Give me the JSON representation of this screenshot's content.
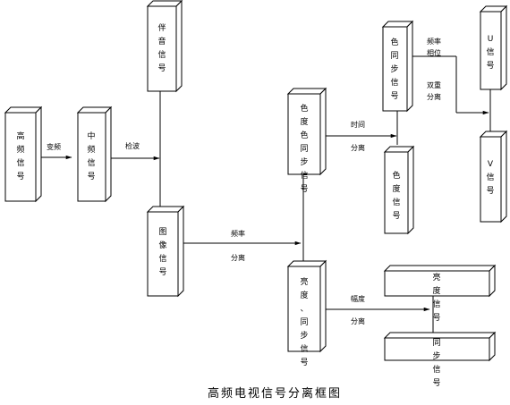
{
  "diagram": {
    "caption": "高频电视信号分离框图",
    "nodes": {
      "hf_signal": "高频信号",
      "if_signal": "中频信号",
      "audio_signal": "伴音信号",
      "image_signal": "图像信号",
      "chroma_sync_signal": "色度色同步信号",
      "lum_sync_signal": "亮度、同步信号",
      "color_burst": "色同步信号",
      "chroma_signal": "色度信号",
      "u_signal": "U信号",
      "v_signal": "V信号",
      "luminance_signal": "亮度信号",
      "sync_signal": "同步信号"
    },
    "edge_labels": {
      "mixing": "变频",
      "detection": "检波",
      "freq_sep_1": "频率",
      "freq_sep_2": "分离",
      "time_sep_1": "时间",
      "time_sep_2": "分离",
      "amp_sep_1": "幅度",
      "amp_sep_2": "分离",
      "freq_phase_1": "频率",
      "freq_phase_2": "相位",
      "double_sep_1": "双重",
      "double_sep_2": "分离"
    }
  }
}
